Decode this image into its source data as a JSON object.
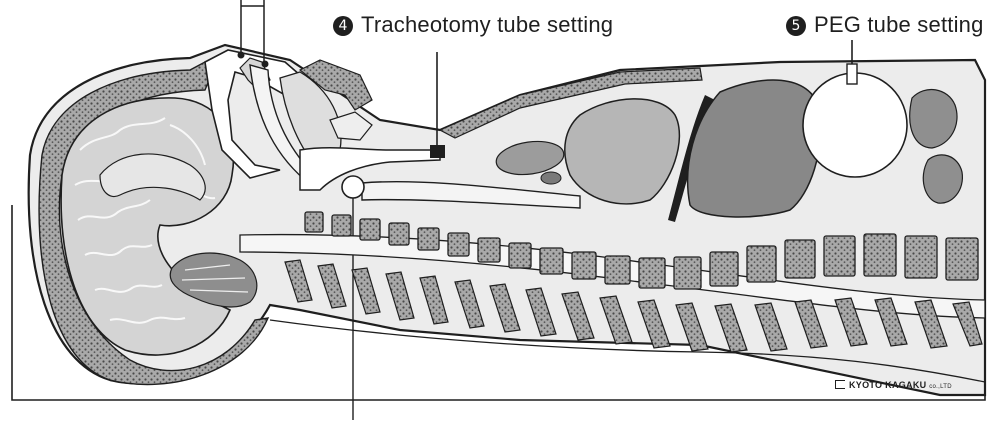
{
  "labels": {
    "tracheotomy": {
      "number": "4",
      "text": "Tracheotomy tube setting"
    },
    "peg": {
      "number": "5",
      "text": "PEG tube setting"
    }
  },
  "logo": {
    "name": "KYOTO KAGAKU",
    "suffix": "co.,LTD"
  },
  "colors": {
    "outline": "#1f1f1f",
    "tissue": "#e9e9e9",
    "brain": "#d2d2d2",
    "lung_light": "#b4b4b4",
    "lung_dark": "#8a8a8a",
    "bone_dots": "#6a6a6a"
  }
}
